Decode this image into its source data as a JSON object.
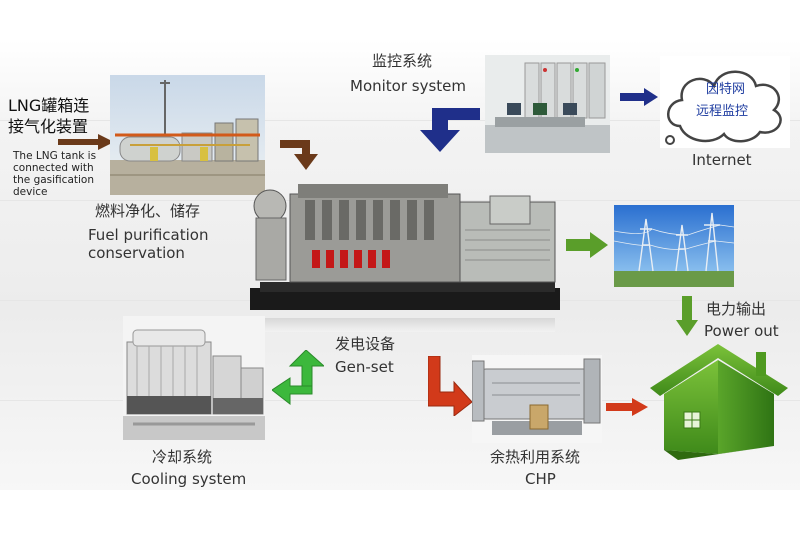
{
  "lng": {
    "title_line1": "LNG罐箱连",
    "title_line2": "接气化装置",
    "desc_lines": [
      "The LNG tank is",
      "connected with",
      "the gasification",
      "device"
    ]
  },
  "fuel": {
    "zh": "燃料净化、储存",
    "en_line1": "Fuel purification",
    "en_line2": "conservation"
  },
  "monitor": {
    "zh": "监控系统",
    "en": "Monitor system"
  },
  "internet": {
    "cloud_line1": "因特网",
    "cloud_line2": "远程监控",
    "en": "Internet"
  },
  "power": {
    "zh": "电力输出",
    "en": "Power out"
  },
  "genset": {
    "zh": "发电设备",
    "en": "Gen-set"
  },
  "cooling": {
    "zh": "冷却系统",
    "en": "Cooling system"
  },
  "chp": {
    "zh": "余热利用系统",
    "en": "CHP"
  },
  "colors": {
    "brown_arrow": "#6b3a1a",
    "navy_arrow": "#1f2f8a",
    "green_arrow": "#5a9e2a",
    "bright_green_arrow": "#3cb83c",
    "red_arrow": "#d23a1a",
    "house_green": "#4d9a22",
    "sky_blue": "#3d8fe0"
  }
}
